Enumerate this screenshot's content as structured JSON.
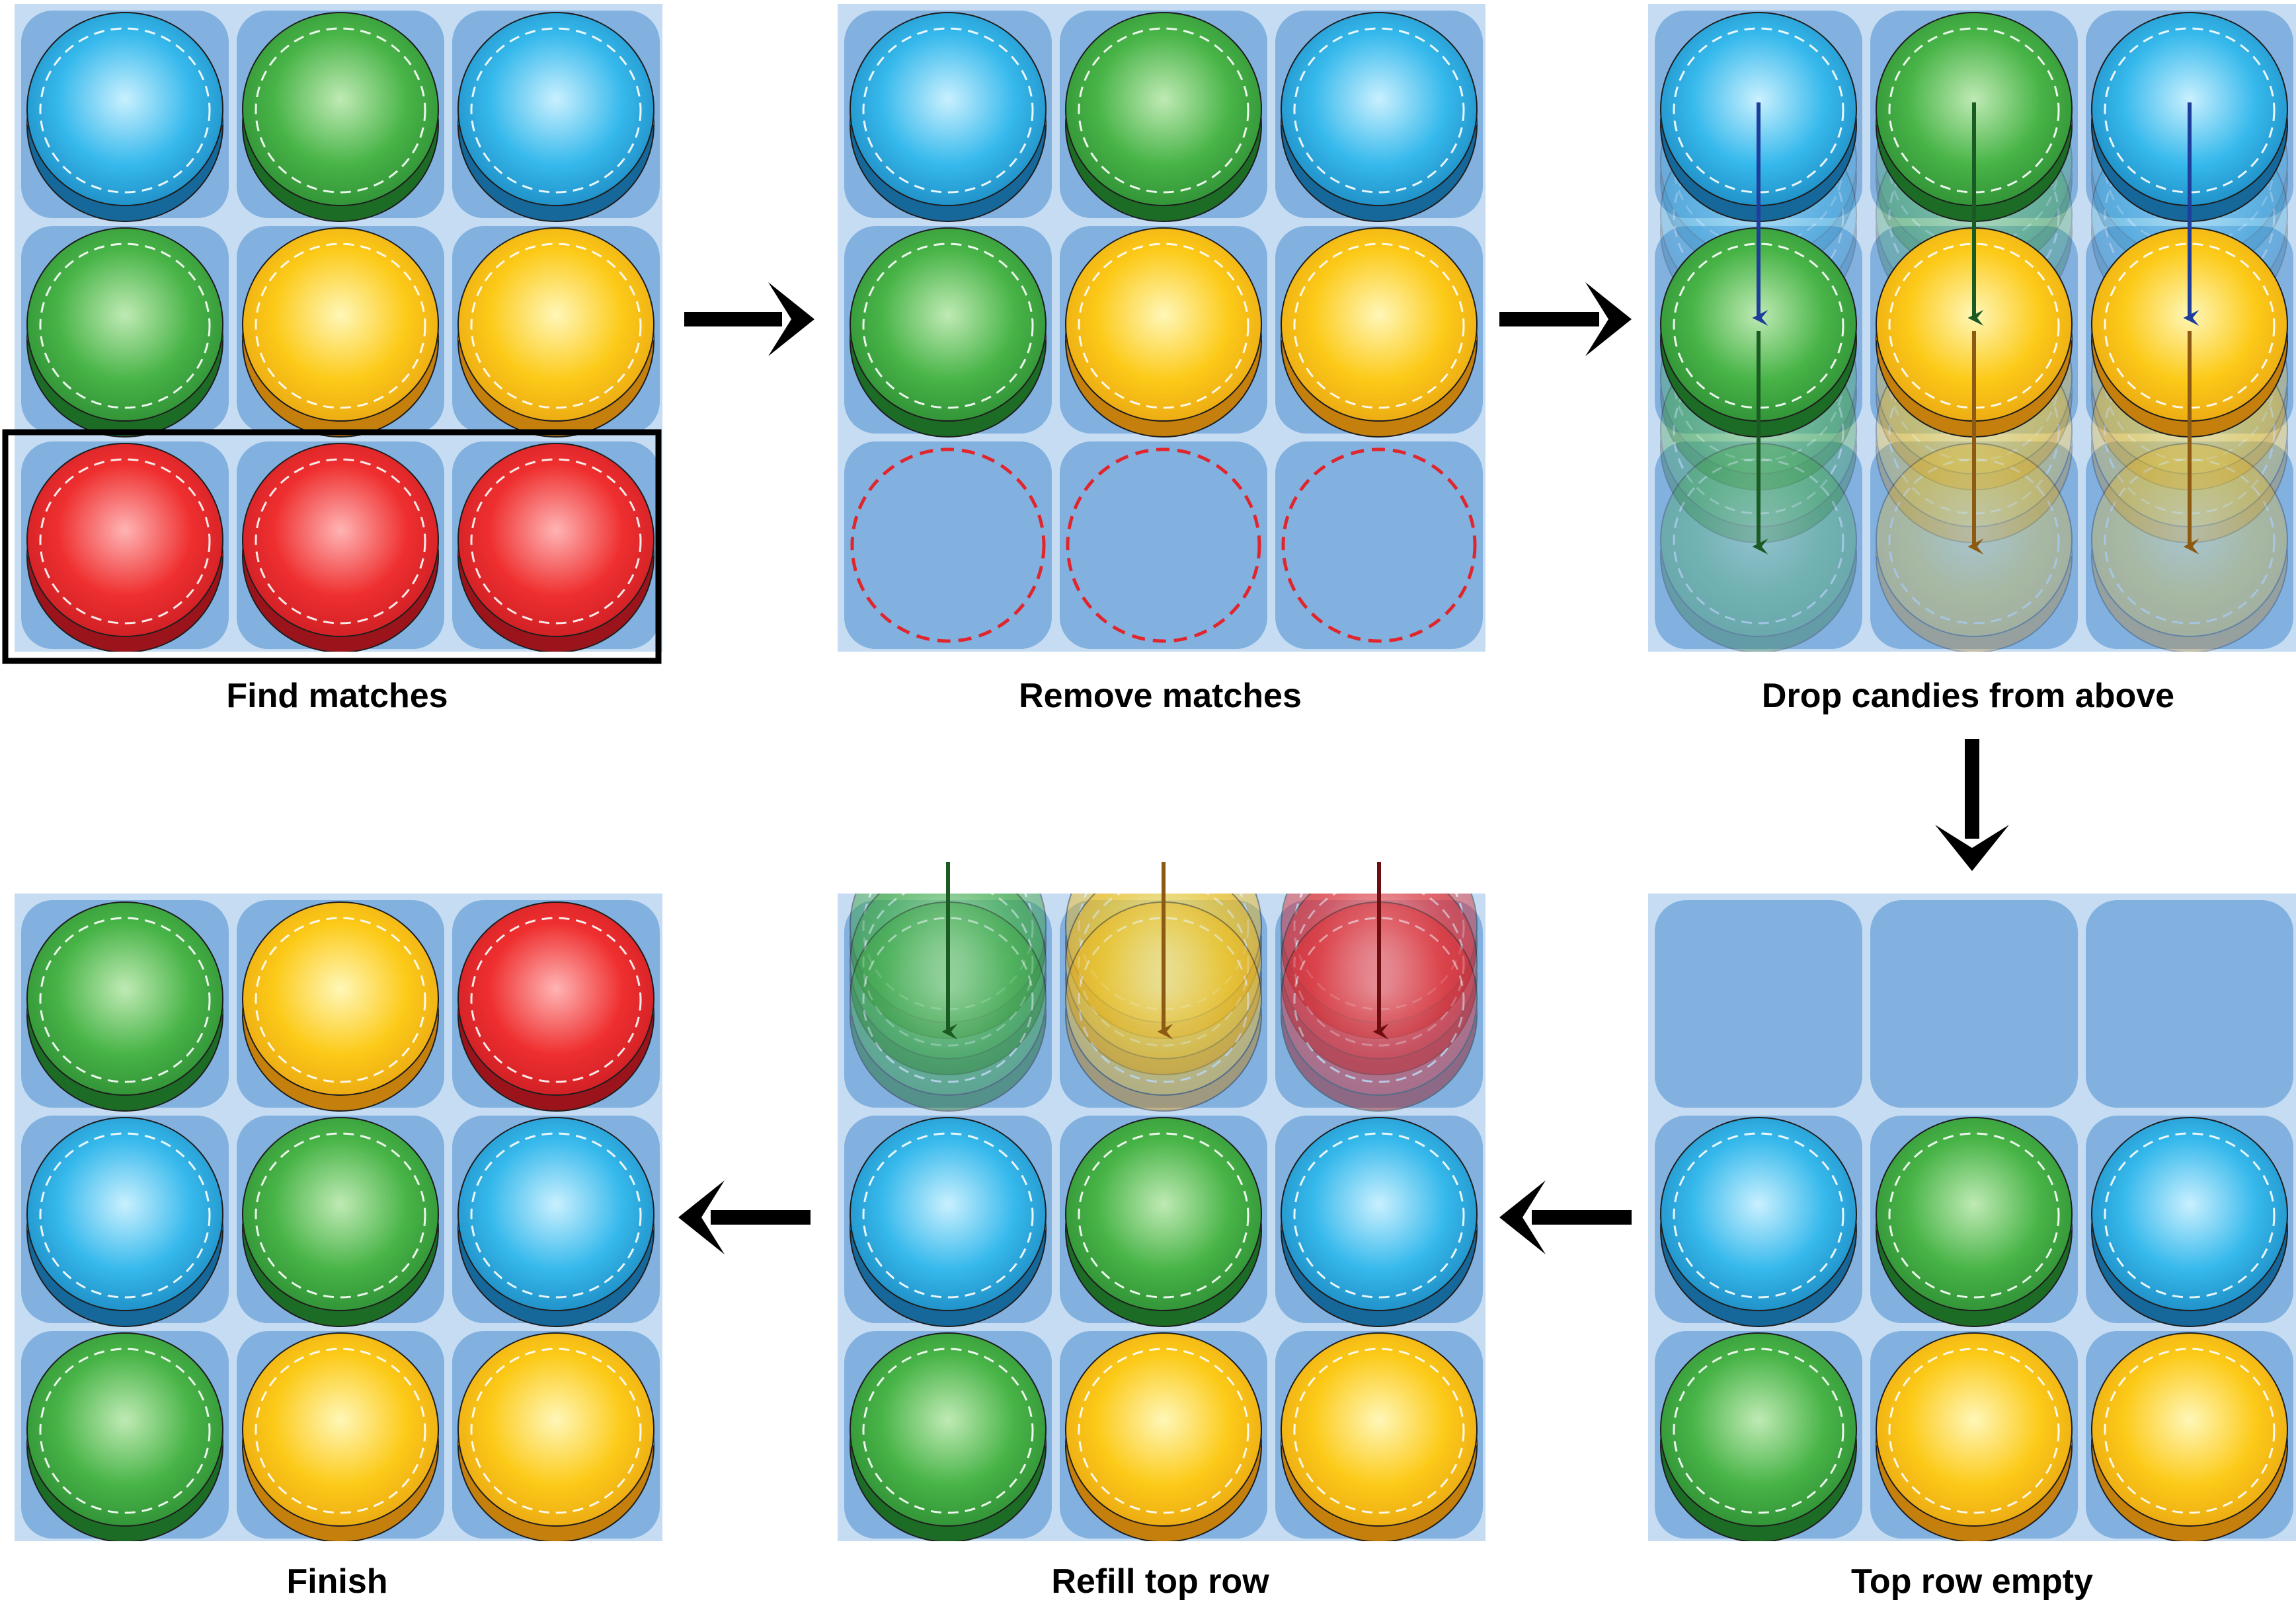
{
  "colors": {
    "blue": {
      "light": "#c9f0ff",
      "mid": "#36b9ec",
      "dark": "#1a86bf",
      "side": "#16679a",
      "arrow": "#1f3e9c"
    },
    "green": {
      "light": "#bfeab4",
      "mid": "#48b447",
      "dark": "#2c8b33",
      "side": "#1d6c26",
      "arrow": "#1a5a23"
    },
    "yellow": {
      "light": "#fff7b8",
      "mid": "#fcca18",
      "dark": "#e8a312",
      "side": "#c47f0c",
      "arrow": "#8c5a12"
    },
    "red": {
      "light": "#ffb4b4",
      "mid": "#ef2f2f",
      "dark": "#c81c23",
      "side": "#9c141b",
      "arrow": "#6e0d10"
    },
    "board_bg": "#c5dcf2",
    "cell_bg": "#82b1e0",
    "removed_outline": "#e0262c",
    "highlight_frame": "#000000"
  },
  "panels": [
    {
      "id": "find-matches",
      "caption": "Find matches",
      "grid": [
        [
          "blue",
          "green",
          "blue"
        ],
        [
          "green",
          "yellow",
          "yellow"
        ],
        [
          "red",
          "red",
          "red"
        ]
      ],
      "highlight_row": 2
    },
    {
      "id": "remove-matches",
      "caption": "Remove matches",
      "grid": [
        [
          "blue",
          "green",
          "blue"
        ],
        [
          "green",
          "yellow",
          "yellow"
        ],
        [
          "removed",
          "removed",
          "removed"
        ]
      ]
    },
    {
      "id": "drop-candies",
      "caption": "Drop candies from above",
      "grid": [
        [
          "blue",
          "green",
          "blue"
        ],
        [
          "green",
          "yellow",
          "yellow"
        ],
        [
          "empty",
          "empty",
          "empty"
        ]
      ],
      "drop_columns": [
        [
          "blue",
          "green"
        ],
        [
          "green",
          "yellow"
        ],
        [
          "blue",
          "yellow"
        ]
      ]
    },
    {
      "id": "top-row-empty",
      "caption": "Top row empty",
      "grid": [
        [
          "empty",
          "empty",
          "empty"
        ],
        [
          "blue",
          "green",
          "blue"
        ],
        [
          "green",
          "yellow",
          "yellow"
        ]
      ]
    },
    {
      "id": "refill-top-row",
      "caption": "Refill top row",
      "grid": [
        [
          "empty",
          "empty",
          "empty"
        ],
        [
          "blue",
          "green",
          "blue"
        ],
        [
          "green",
          "yellow",
          "yellow"
        ]
      ],
      "refill_colors": [
        "green",
        "yellow",
        "red"
      ]
    },
    {
      "id": "finish",
      "caption": "Finish",
      "grid": [
        [
          "green",
          "yellow",
          "red"
        ],
        [
          "blue",
          "green",
          "blue"
        ],
        [
          "green",
          "yellow",
          "yellow"
        ]
      ]
    }
  ],
  "flow": [
    "find-matches",
    "remove-matches",
    "drop-candies",
    "top-row-empty",
    "refill-top-row",
    "finish"
  ]
}
